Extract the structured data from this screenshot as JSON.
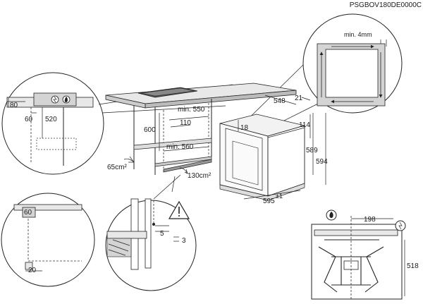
{
  "doc_code": "PSGBOV180DE0000C",
  "labels": {
    "min_4mm": "min. 4mm",
    "d80": "80",
    "d60_left": "60",
    "d520": "520",
    "d600": "600",
    "min_550": "min. 550",
    "d110": "110",
    "min_560": "min. 560",
    "d65cm2": "65cm²",
    "d130cm2": "130cm²",
    "d548": "548",
    "d21": "21",
    "d18": "18",
    "d114": "114",
    "d589": "589",
    "d594": "594",
    "d595": "595",
    "d595_tol": "±1",
    "d60_box": "60",
    "d20": "20",
    "d5": "5",
    "d3": "3",
    "d198": "198",
    "d518": "518"
  }
}
